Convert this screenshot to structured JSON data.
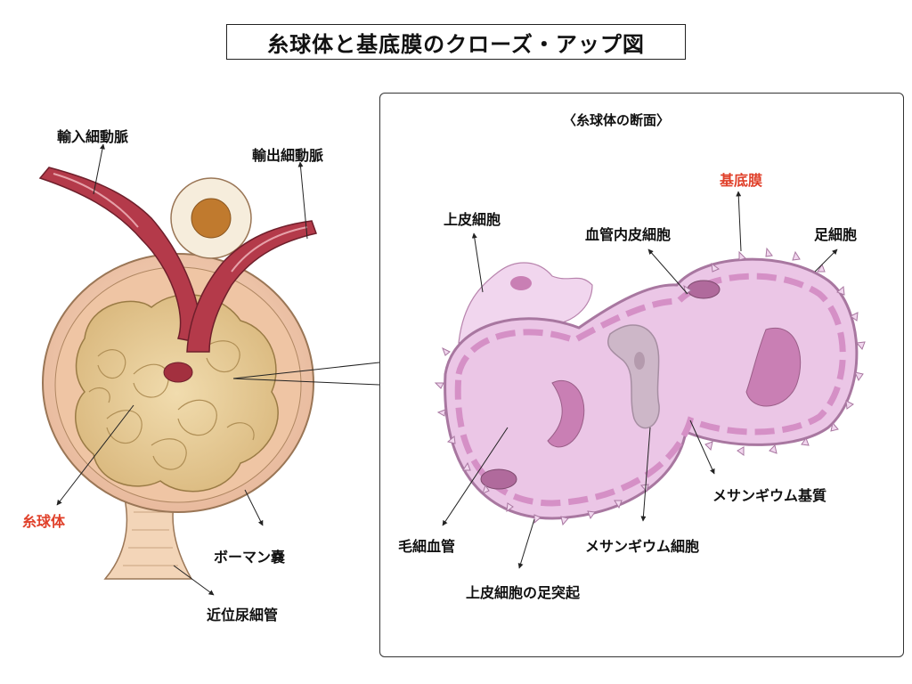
{
  "title": "糸球体と基底膜のクローズ・アップ図",
  "panel_title": "〈糸球体の断面〉",
  "left_labels": {
    "afferent": "輸入細動脈",
    "efferent": "輸出細動脈",
    "glomerulus": "糸球体",
    "bowman": "ボーマン嚢",
    "tubule": "近位尿細管"
  },
  "right_labels": {
    "epithelial": "上皮細胞",
    "basement": "基底膜",
    "endothelial": "血管内皮細胞",
    "podocyte": "足細胞",
    "mesangial_matrix": "メサンギウム基質",
    "capillary": "毛細血管",
    "mesangial_cell": "メサンギウム細胞",
    "foot_process": "上皮細胞の足突起"
  },
  "colors": {
    "highlight_red": "#e0402a",
    "capsule": "#f0ccb0",
    "glomerulus_tan": "#e8cf98",
    "arteriole_red": "#b43a4a",
    "capillary_pink": "#ebc6e6",
    "nucleus_pink": "#c97fb4",
    "mesangium_gray": "#cdb7c8"
  }
}
